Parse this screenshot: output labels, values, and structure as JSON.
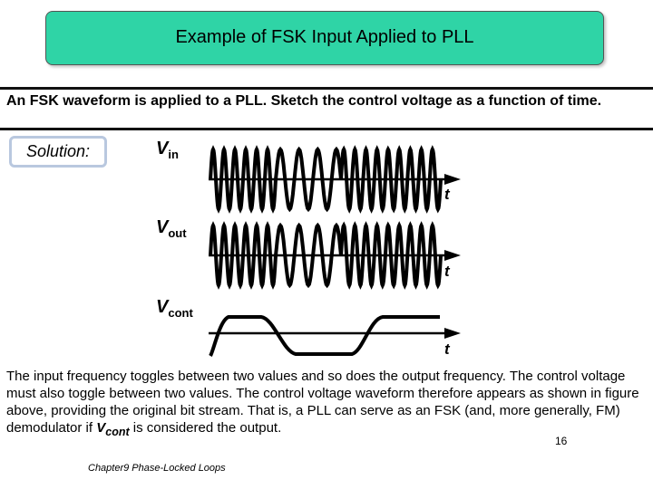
{
  "slide": {
    "title": "Example of FSK Input Applied to PLL",
    "problem": "An FSK waveform is applied to a PLL. Sketch the control voltage as a function of time.",
    "solution_label": "Solution:",
    "body_pre": "The input frequency toggles between two values and so does the output frequency. The control voltage must also toggle between two values. The control voltage waveform therefore appears as shown in figure above, providing the original bit stream. That is, a PLL can serve as an FSK (and, more generally, FM) demodulator if ",
    "body_var": "V",
    "body_var_sub": "cont",
    "body_post": " is considered the output.",
    "footer": "Chapter9 Phase-Locked Loops",
    "page_number": "16"
  },
  "figure": {
    "vin": {
      "label": "V",
      "sub": "in",
      "axis_label": "t"
    },
    "vout": {
      "label": "V",
      "sub": "out",
      "axis_label": "t"
    },
    "vcont": {
      "label": "V",
      "sub": "cont",
      "axis_label": "t"
    }
  }
}
